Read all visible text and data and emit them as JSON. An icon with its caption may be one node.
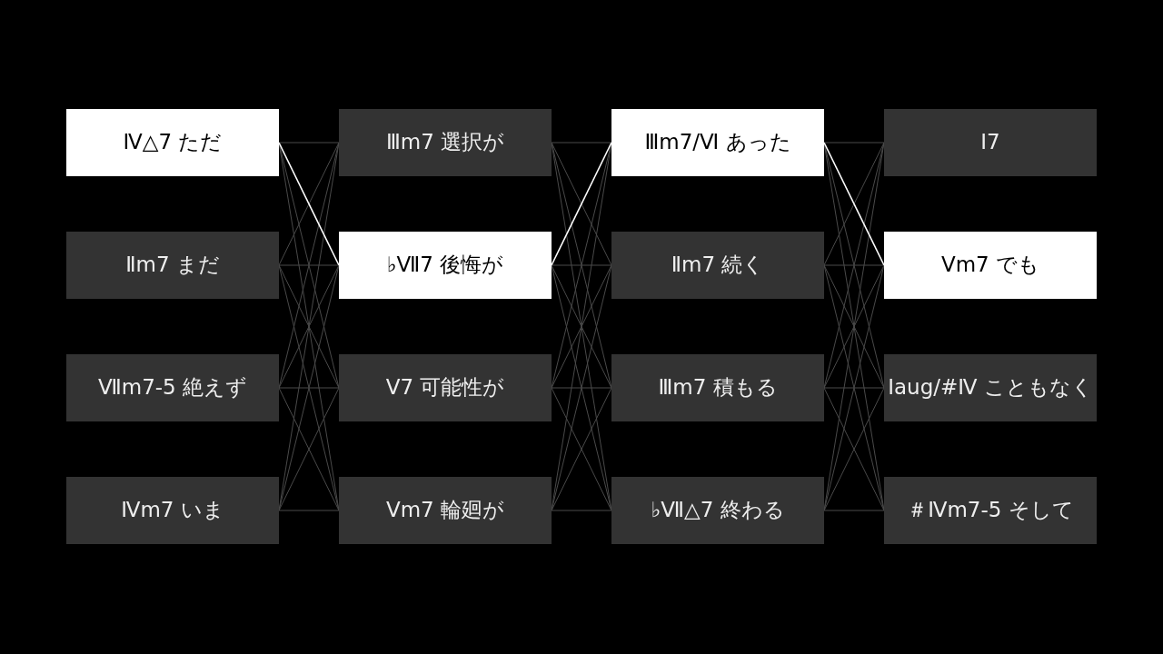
{
  "diagram": {
    "nodes": [
      {
        "text": [
          "Ⅳ△7 ただ"
        ]
      },
      {
        "text": [
          "Ⅱm7 まだ"
        ]
      },
      {
        "text": [
          "Ⅶm7-5 絶えず"
        ]
      },
      {
        "text": [
          "Ⅳm7 いま"
        ]
      },
      {
        "text": [
          "Ⅲm7 選択が"
        ]
      },
      {
        "text": [
          "♭Ⅶ7 後悔が"
        ]
      },
      {
        "text": [
          "Ⅴ7 可能性が"
        ]
      },
      {
        "text": [
          "Ⅴm7 輪廻が"
        ]
      },
      {
        "text": [
          "Ⅲm7/Ⅵ あった"
        ]
      },
      {
        "text": [
          "Ⅱm7 続く"
        ]
      },
      {
        "text": [
          "Ⅲm7 積もる"
        ]
      },
      {
        "text": [
          "♭Ⅶ△7 終わる"
        ]
      },
      {
        "text": [
          "Ⅰ7"
        ]
      },
      {
        "text": [
          "Ⅴm7 でも"
        ]
      },
      {
        "text": [
          "Ⅰaug/#Ⅳ こともなく"
        ]
      },
      {
        "text": [
          "＃Ⅳm7-5 そして"
        ]
      }
    ],
    "edges": [
      {
        "from": 0,
        "to": 4,
        "arrow": "none"
      },
      {
        "from": 0,
        "to": 5,
        "arrow": "none",
        "color": "#ffffff"
      },
      {
        "from": 0,
        "to": 6,
        "arrow": "none"
      },
      {
        "from": 0,
        "to": 7,
        "arrow": "none"
      },
      {
        "from": 1,
        "to": 4,
        "arrow": "none"
      },
      {
        "from": 1,
        "to": 5,
        "arrow": "none"
      },
      {
        "from": 1,
        "to": 6,
        "arrow": "none"
      },
      {
        "from": 1,
        "to": 7,
        "arrow": "none"
      },
      {
        "from": 2,
        "to": 4,
        "arrow": "none"
      },
      {
        "from": 2,
        "to": 5,
        "arrow": "none"
      },
      {
        "from": 2,
        "to": 6,
        "arrow": "none"
      },
      {
        "from": 2,
        "to": 7,
        "arrow": "none"
      },
      {
        "from": 3,
        "to": 4,
        "arrow": "none"
      },
      {
        "from": 3,
        "to": 5,
        "arrow": "none"
      },
      {
        "from": 3,
        "to": 6,
        "arrow": "none"
      },
      {
        "from": 3,
        "to": 7,
        "arrow": "none"
      },
      {
        "from": 4,
        "to": 8,
        "arrow": "none"
      },
      {
        "from": 4,
        "to": 9,
        "arrow": "none"
      },
      {
        "from": 4,
        "to": 10,
        "arrow": "none"
      },
      {
        "from": 4,
        "to": 11,
        "arrow": "none"
      },
      {
        "from": 5,
        "to": 8,
        "arrow": "none",
        "color": "#ffffff"
      },
      {
        "from": 5,
        "to": 9,
        "arrow": "none"
      },
      {
        "from": 5,
        "to": 10,
        "arrow": "none"
      },
      {
        "from": 5,
        "to": 11,
        "arrow": "none"
      },
      {
        "from": 6,
        "to": 8,
        "arrow": "none"
      },
      {
        "from": 6,
        "to": 9,
        "arrow": "none"
      },
      {
        "from": 6,
        "to": 10,
        "arrow": "none"
      },
      {
        "from": 6,
        "to": 11,
        "arrow": "none"
      },
      {
        "from": 7,
        "to": 8,
        "arrow": "none"
      },
      {
        "from": 7,
        "to": 9,
        "arrow": "none"
      },
      {
        "from": 7,
        "to": 10,
        "arrow": "none"
      },
      {
        "from": 7,
        "to": 11,
        "arrow": "none"
      },
      {
        "from": 8,
        "to": 12,
        "arrow": "none"
      },
      {
        "from": 8,
        "to": 13,
        "arrow": "none",
        "color": "#ffffff"
      },
      {
        "from": 8,
        "to": 14,
        "arrow": "none"
      },
      {
        "from": 8,
        "to": 15,
        "arrow": "none"
      },
      {
        "from": 9,
        "to": 12,
        "arrow": "none"
      },
      {
        "from": 9,
        "to": 13,
        "arrow": "none"
      },
      {
        "from": 9,
        "to": 14,
        "arrow": "none"
      },
      {
        "from": 9,
        "to": 15,
        "arrow": "none"
      },
      {
        "from": 10,
        "to": 12,
        "arrow": "none"
      },
      {
        "from": 10,
        "to": 13,
        "arrow": "none"
      },
      {
        "from": 10,
        "to": 14,
        "arrow": "none"
      },
      {
        "from": 10,
        "to": 15,
        "arrow": "none"
      },
      {
        "from": 11,
        "to": 12,
        "arrow": "none"
      },
      {
        "from": 11,
        "to": 13,
        "arrow": "none"
      },
      {
        "from": 11,
        "to": 14,
        "arrow": "none"
      },
      {
        "from": 11,
        "to": 15,
        "arrow": "none"
      }
    ]
  }
}
